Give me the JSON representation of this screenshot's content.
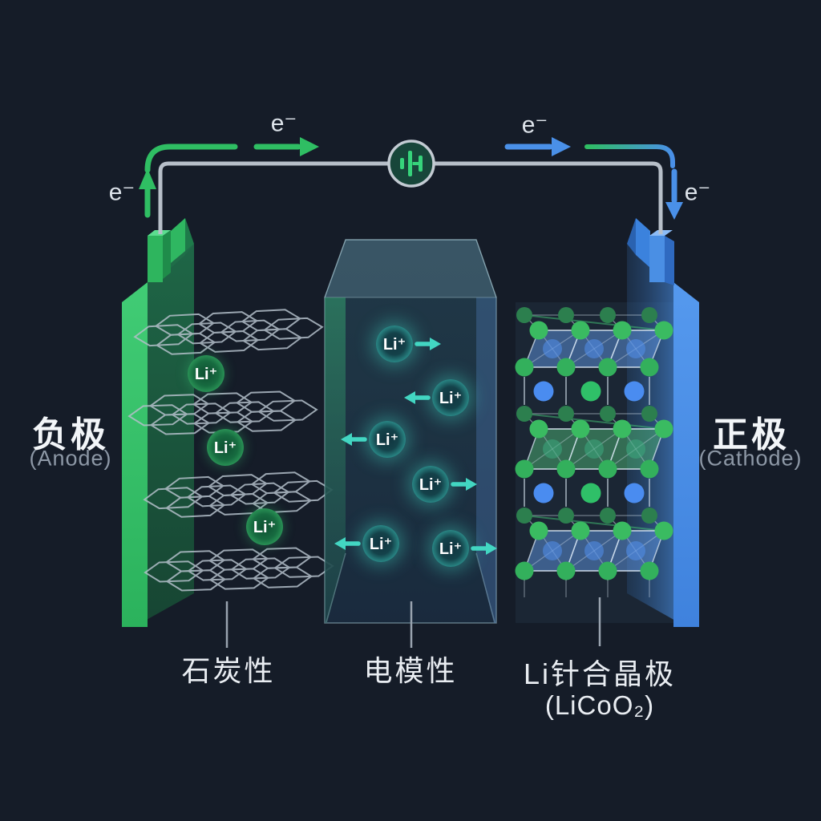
{
  "scene": {
    "background": "#151c28",
    "subject": "lithium-ion battery schematic"
  },
  "circuit": {
    "electron_label": "e⁻",
    "wire_color": "#b7bfc9",
    "anode_flow_color": "#2fbe63",
    "cathode_flow_color": "#4a90e8",
    "load_icon": "battery-meter-icon"
  },
  "anode": {
    "label": "负极",
    "sublabel": "(Anode)",
    "bottom_label": "石炭性",
    "color": "#2fbe63"
  },
  "electrolyte": {
    "bottom_label": "电模性"
  },
  "cathode": {
    "label": "正极",
    "sublabel": "(Cathode)",
    "bottom_label": "Li针合晶极",
    "formula": "(LiCoO₂)",
    "color": "#4a90e8"
  },
  "ions": {
    "label": "Li⁺",
    "electrolyte_count": 6,
    "anode_count": 3,
    "electrolyte_flow": [
      "right",
      "left",
      "left",
      "right",
      "left",
      "right"
    ],
    "electrolyte_color": "#43d6c2",
    "anode_color": "#2fbe63"
  }
}
